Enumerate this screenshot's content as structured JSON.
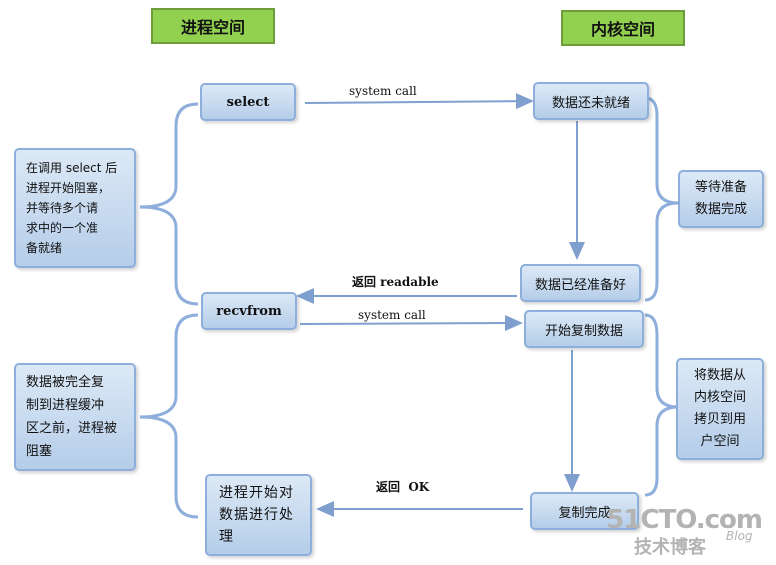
{
  "headers": {
    "user_space": "进程空间",
    "kernel_space": "内核空间"
  },
  "nodes": {
    "select": "select",
    "recvfrom": "recvfrom",
    "data_not_ready": "数据还未就绪",
    "data_ready": "数据已经准备好",
    "start_copy": "开始复制数据",
    "copy_done": "复制完成",
    "process_handle": "进程开始对\n数据进行处\n理"
  },
  "notes": {
    "blocked_select": "在调用 select 后\n进程开始阻塞，\n并等待多个请\n求中的一个准\n备就绪",
    "blocked_copy": "数据被完全复\n制到进程缓冲\n区之前，进程被\n阻塞",
    "wait_data": "等待准备\n数据完成",
    "copy_to_user": "将数据从\n内核空间\n拷贝到用\n户空间"
  },
  "edges": {
    "syscall1": "system call",
    "return_readable": "返回 readable",
    "syscall2": "system call",
    "return_ok": "返回  OK"
  },
  "watermark": {
    "site": "51CTO.com",
    "cn": "技术博客",
    "blog": "Blog"
  }
}
